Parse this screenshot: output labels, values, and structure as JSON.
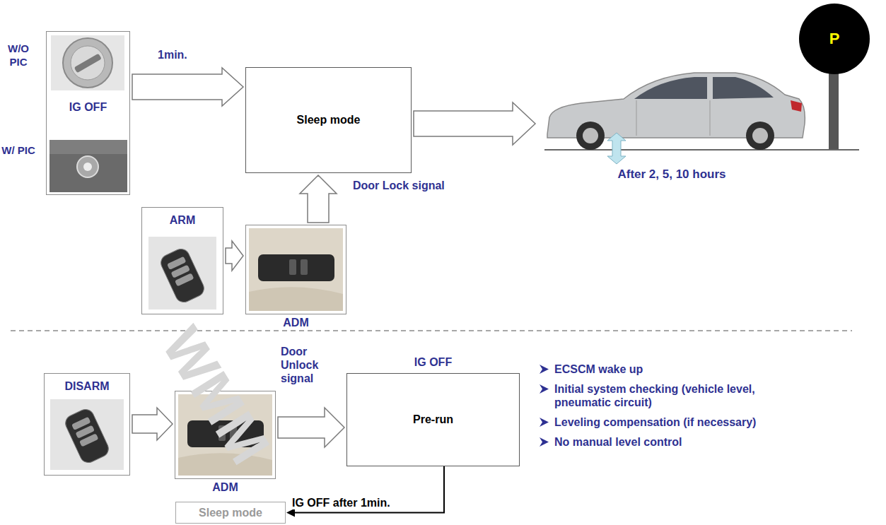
{
  "diagram": {
    "nodes": [
      {
        "text": [
          "IG OFF"
        ]
      },
      {
        "text": [
          "Sleep mode"
        ]
      },
      {
        "text": [
          "After 2, 5, 10 hours"
        ]
      },
      {
        "text": [
          "P"
        ]
      },
      {
        "text": [
          "ARM"
        ]
      },
      {
        "text": [
          "ADM"
        ]
      },
      {
        "text": [
          "DISARM"
        ]
      },
      {
        "text": [
          "ADM"
        ]
      },
      {
        "text": [
          "IG OFF",
          "Pre-run"
        ]
      },
      {
        "text": [
          "Sleep mode"
        ]
      }
    ],
    "edges": [
      {
        "from": 0,
        "to": 1,
        "arrow": "to",
        "label": "1min."
      },
      {
        "from": 1,
        "to": 2,
        "arrow": "to"
      },
      {
        "from": 4,
        "to": 5,
        "arrow": "to"
      },
      {
        "from": 5,
        "to": 1,
        "arrow": "to",
        "label": "Door Lock signal"
      },
      {
        "from": 6,
        "to": 7,
        "arrow": "to"
      },
      {
        "from": 7,
        "to": 8,
        "arrow": "to",
        "label": "Door Unlock signal"
      },
      {
        "from": 8,
        "to": 9,
        "arrow": "to",
        "label": "IG OFF after 1min."
      }
    ],
    "labels": [
      "W/O PIC",
      "W/ PIC",
      "ECSCM wake up",
      "Initial system checking (vehicle level, pneumatic circuit)",
      "Leveling compensation (if necessary)",
      "No manual level control",
      "WMM"
    ]
  }
}
